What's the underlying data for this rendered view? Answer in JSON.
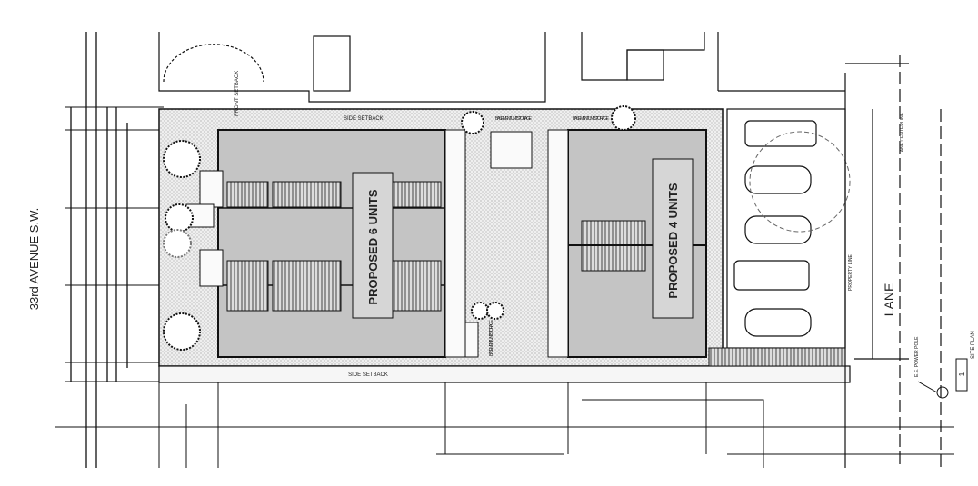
{
  "street": "33rd AVENUE S.W.",
  "lane": "LANE",
  "buildings": {
    "west": "PROPOSED 6 UNITS",
    "east": "PROPOSED 4 UNITS"
  },
  "setbacks": {
    "north_side": "SIDE SETBACK",
    "south_side": "SIDE SETBACK",
    "front": "FRONT SETBACK"
  },
  "storage": {
    "a": "BASEMENT UNIT STORAGE",
    "b": "BASEMENT UNIT STORAGE",
    "c": "BASEMENT UNIT STORAGE"
  },
  "power_pole": "E.E. POWER POLE",
  "lane_centerline": "LANE CENTERLINE",
  "property_line": "PROPERTY LINE",
  "site_plan_tag": {
    "number": "1",
    "label": "SITE PLAN"
  },
  "colors": {
    "building": "#c4c4c4",
    "hatch": "#e6e6e6",
    "line": "#111111"
  }
}
